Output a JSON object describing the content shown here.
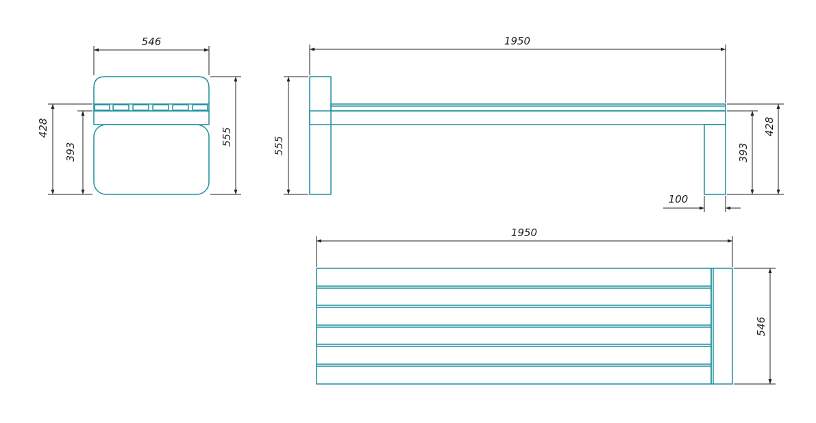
{
  "colors": {
    "outline": "#1f8f9e",
    "dimension": "#222222",
    "background": "#ffffff"
  },
  "front_view": {
    "width_label": "546",
    "seat_height_label": "428",
    "frame_height_label": "393",
    "overall_height_label": "555"
  },
  "side_view": {
    "length_label": "1950",
    "overall_height_label": "555",
    "frame_height_label": "393",
    "seat_height_label": "428",
    "leg_width_label": "100"
  },
  "top_view": {
    "length_label": "1950",
    "depth_label": "546"
  }
}
